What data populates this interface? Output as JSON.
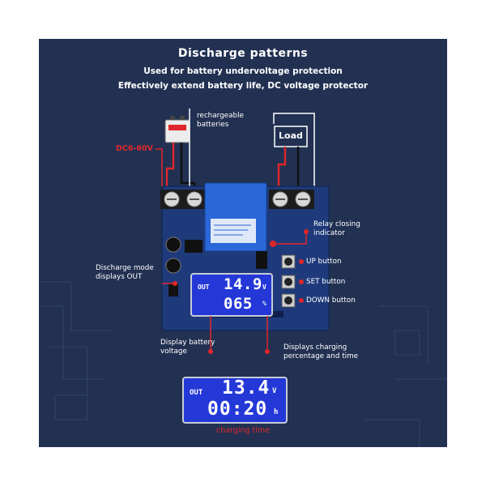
{
  "header": {
    "title": "Discharge patterns",
    "line1": "Used for battery undervoltage protection",
    "line2": "Effectively extend battery life, DC voltage protector"
  },
  "labels": {
    "battery": [
      "rechargeable",
      "batteries"
    ],
    "voltage": "DC6-60V",
    "load": "Load",
    "relay": [
      "Relay closing",
      "indicator"
    ],
    "up": "UP button",
    "set": "SET button",
    "down": "DOWN button",
    "discharge": [
      "Discharge mode",
      "displays OUT"
    ],
    "display_voltage": [
      "Display battery",
      "voltage"
    ],
    "display_charging": [
      "Displays charging",
      "percentage and time"
    ]
  },
  "board_lcd": {
    "out": "OUT",
    "voltage": "14.9",
    "voltage_unit": "V",
    "percent": "065",
    "percent_unit": "%"
  },
  "bottom_lcd": {
    "out": "OUT",
    "voltage": "13.4",
    "voltage_unit": "V",
    "time": "00:20",
    "time_unit": "h",
    "caption": "charging time"
  },
  "colors": {
    "background": "#223152",
    "board": "#1e3a7a",
    "lcd": "#2438d8",
    "annotation_red": "#e0262a",
    "relay": "#2a68d8"
  }
}
